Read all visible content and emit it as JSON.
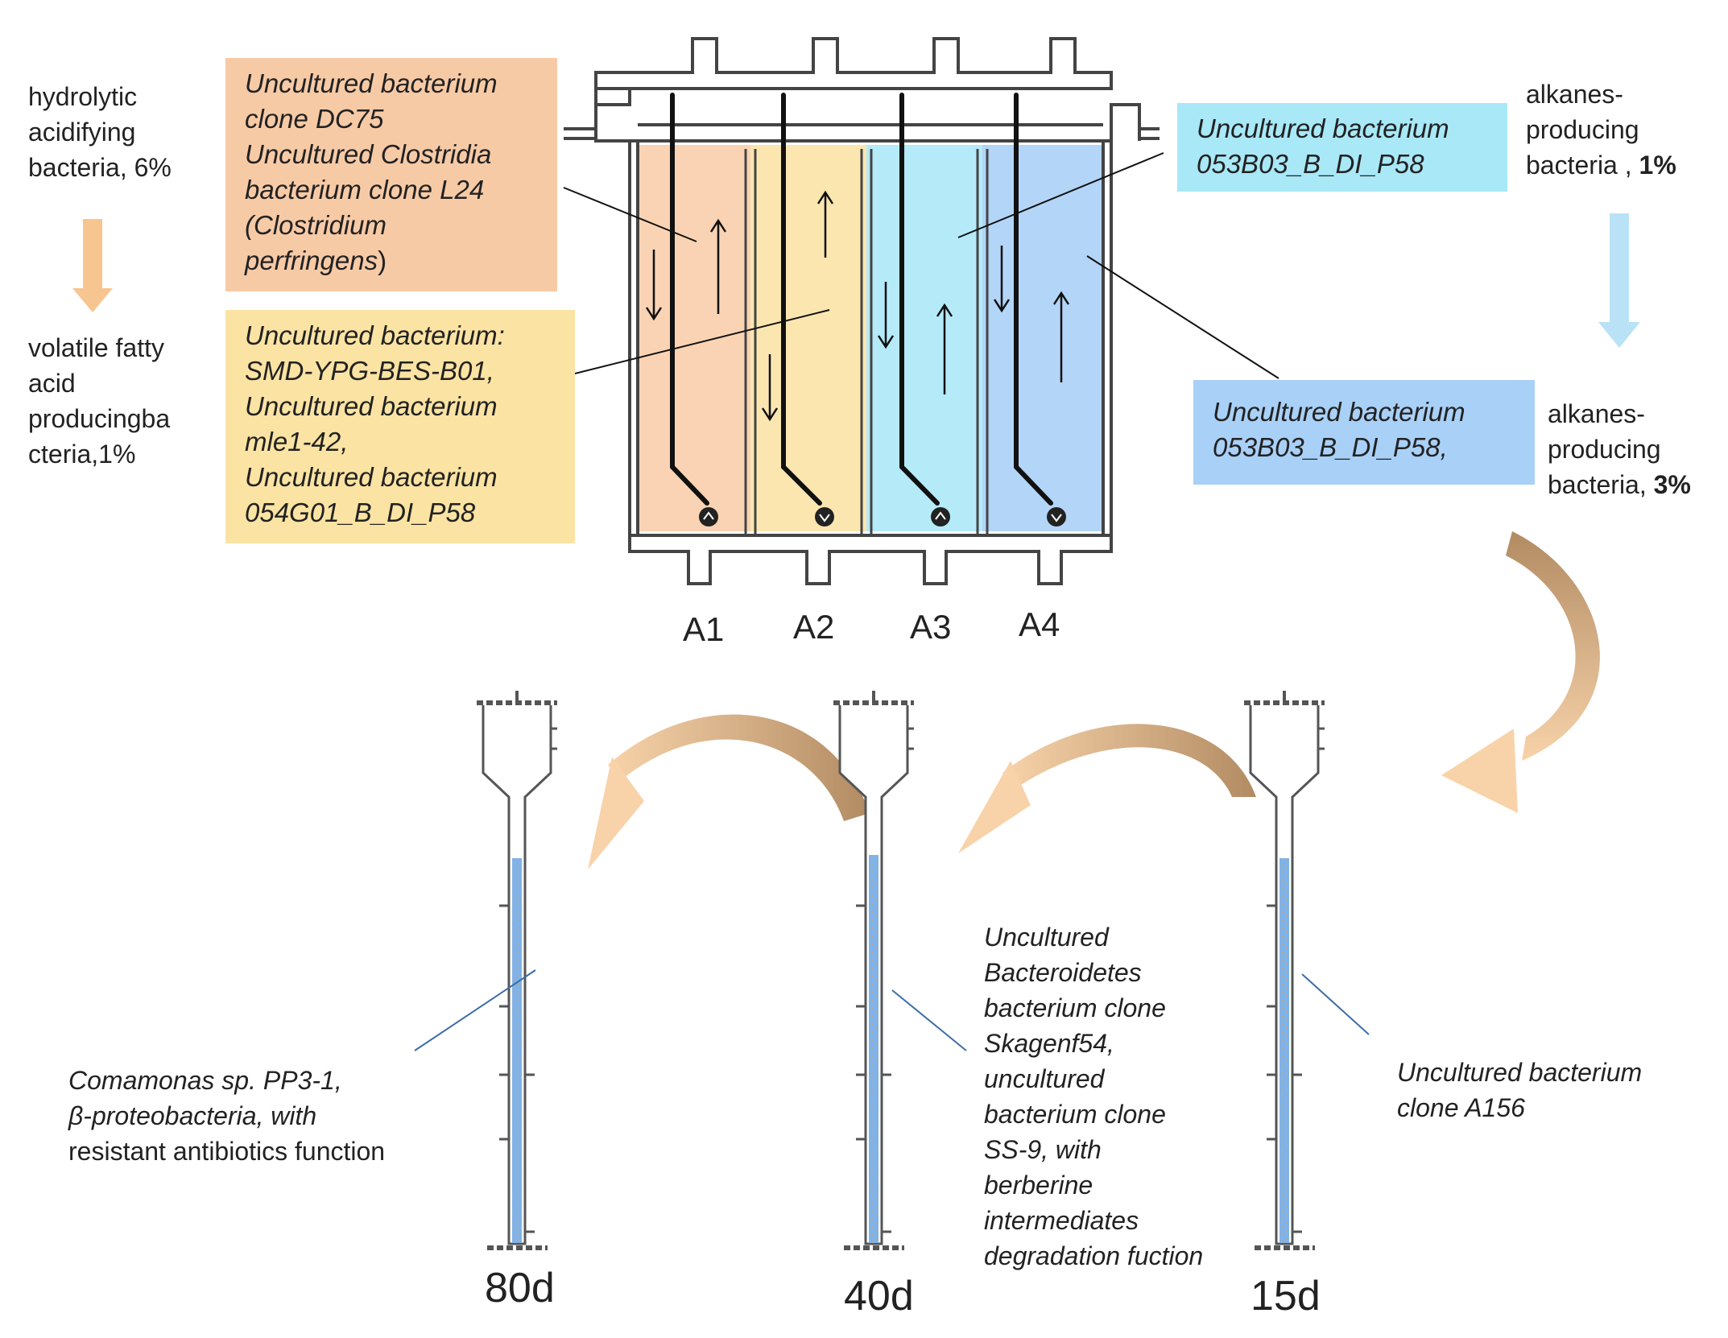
{
  "left_notes": {
    "top": "hydrolytic\nacidifying\nbacteria, 6%",
    "bottom": "volatile fatty\nacid\nproducingba\ncteria,1%"
  },
  "right_notes": {
    "top": {
      "text": "alkanes-\nproducing\nbacteria ,",
      "pct": "1%"
    },
    "bottom": {
      "text": "alkanes-\nproducing\nbacteria,",
      "pct": "3%"
    }
  },
  "boxes": {
    "a1": {
      "text": "Uncultured bacterium\nclone DC75\nUncultured Clostridia\nbacterium clone L24\n(Clostridium\nperfringens",
      "suffix": ")",
      "color": "#f7caa6"
    },
    "a2": {
      "text": "Uncultured bacterium:\nSMD-YPG-BES-B01,\nUncultured bacterium\nmle1-42,\nUncultured bacterium\n054G01_B_DI_P58",
      "color": "#fbe3a3"
    },
    "a3": {
      "text": "Uncultured bacterium\n053B03_B_DI_P58",
      "color": "#a8e8f7"
    },
    "a4": {
      "text": "Uncultured bacterium\n053B03_B_DI_P58,",
      "color": "#a9d0f7"
    }
  },
  "compartments": [
    "A1",
    "A2",
    "A3",
    "A4"
  ],
  "columns": {
    "c80": {
      "day": "80d",
      "note_italic": "Comamonas sp. PP3-1,\nβ-proteobacteria, with",
      "note_plain": "resistant antibiotics function"
    },
    "c40": {
      "day": "40d",
      "note": "Uncultured\nBacteroidetes\nbacterium clone\nSkagenf54,\nuncultured\nbacterium clone\nSS-9, with\nberberine\nintermediates\ndegradation fuction"
    },
    "c15": {
      "day": "15d",
      "note": "Uncultured bacterium\nclone A156"
    }
  },
  "colors": {
    "a1_fill": "#f9d3b3",
    "a2_fill": "#fbe6b0",
    "a3_fill": "#b5eaf8",
    "a4_fill": "#b3d5f7",
    "column_water": "#7fb3ea",
    "arrow_orange": "#f7c590",
    "arrow_blue": "#b9e2f6",
    "curve_arrow": "#c9a57f"
  }
}
